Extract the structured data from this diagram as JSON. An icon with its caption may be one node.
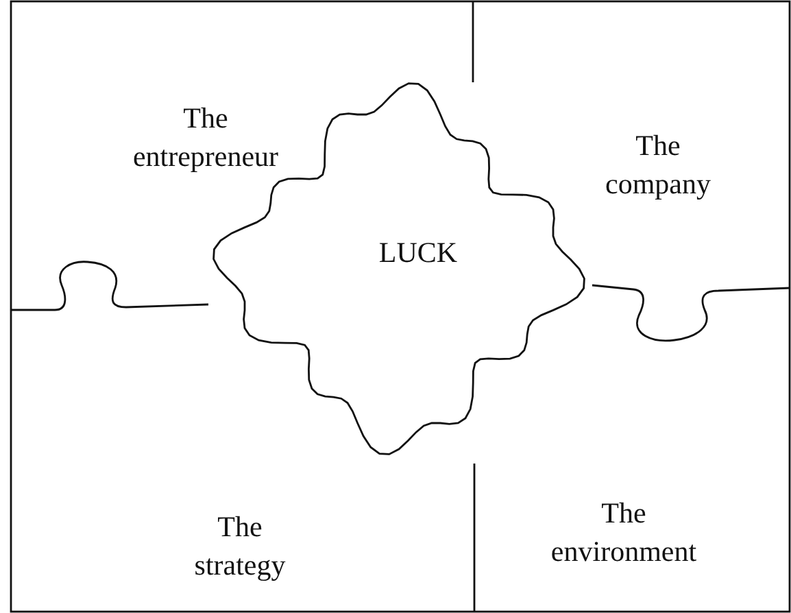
{
  "diagram": {
    "nodes": [
      {
        "text": [
          "The entrepreneur"
        ]
      },
      {
        "text": [
          "The company"
        ]
      },
      {
        "text": [
          "LUCK"
        ]
      },
      {
        "text": [
          "The strategy"
        ]
      },
      {
        "text": [
          "The environment"
        ]
      }
    ]
  }
}
